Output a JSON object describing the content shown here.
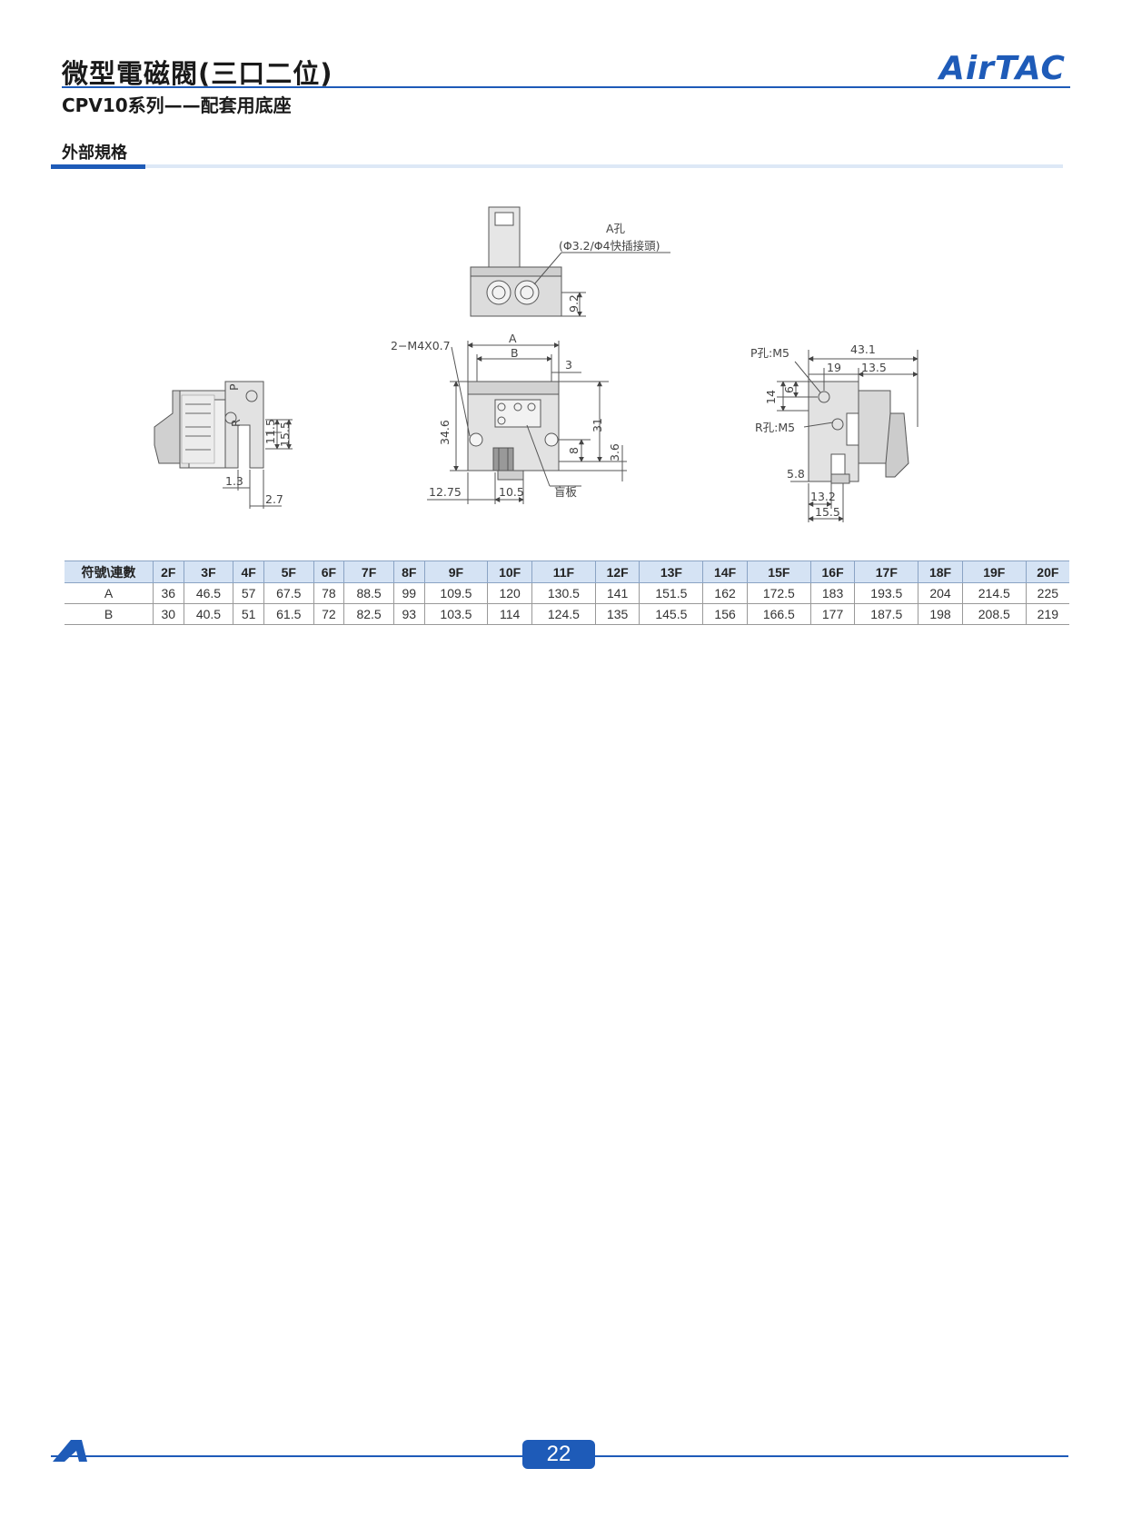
{
  "header": {
    "title": "微型電磁閥(三口二位)",
    "subtitle": "CPV10系列——配套用底座",
    "brand": "AirTAC"
  },
  "section": {
    "title": "外部規格"
  },
  "drawing": {
    "top_view": {
      "hole_label": "A孔",
      "hole_spec": "(Φ3.2/Φ4快插接頭)",
      "dim_height": "9.2"
    },
    "side_view_left": {
      "dim_11_5": "11.5",
      "dim_15_5": "15.5",
      "dim_1_3": "1.3",
      "dim_2_7": "2.7",
      "port_p": "P",
      "port_r": "R"
    },
    "front_view": {
      "screw_label": "2−M4X0.7",
      "dim_a": "A",
      "dim_b": "B",
      "dim_3": "3",
      "dim_34_6": "34.6",
      "dim_31": "31",
      "dim_8": "8",
      "dim_3_6": "3.6",
      "dim_12_75": "12.75",
      "dim_10_5": "10.5",
      "blank_plate": "盲板"
    },
    "side_view_right": {
      "p_port": "P孔:M5",
      "r_port": "R孔:M5",
      "dim_43_1": "43.1",
      "dim_19": "19",
      "dim_13_5": "13.5",
      "dim_14": "14",
      "dim_6": "6",
      "dim_5_8": "5.8",
      "dim_13_2": "13.2",
      "dim_15_5": "15.5"
    }
  },
  "table": {
    "header_label": "符號\\連數",
    "columns": [
      "2F",
      "3F",
      "4F",
      "5F",
      "6F",
      "7F",
      "8F",
      "9F",
      "10F",
      "11F",
      "12F",
      "13F",
      "14F",
      "15F",
      "16F",
      "17F",
      "18F",
      "19F",
      "20F"
    ],
    "rows": [
      {
        "symbol": "A",
        "values": [
          "36",
          "46.5",
          "57",
          "67.5",
          "78",
          "88.5",
          "99",
          "109.5",
          "120",
          "130.5",
          "141",
          "151.5",
          "162",
          "172.5",
          "183",
          "193.5",
          "204",
          "214.5",
          "225"
        ]
      },
      {
        "symbol": "B",
        "values": [
          "30",
          "40.5",
          "51",
          "61.5",
          "72",
          "82.5",
          "93",
          "103.5",
          "114",
          "124.5",
          "135",
          "145.5",
          "156",
          "166.5",
          "177",
          "187.5",
          "198",
          "208.5",
          "219"
        ]
      }
    ]
  },
  "footer": {
    "page_number": "22"
  },
  "colors": {
    "brand_blue": "#1e5bb8",
    "table_header": "#d5e3f4"
  }
}
